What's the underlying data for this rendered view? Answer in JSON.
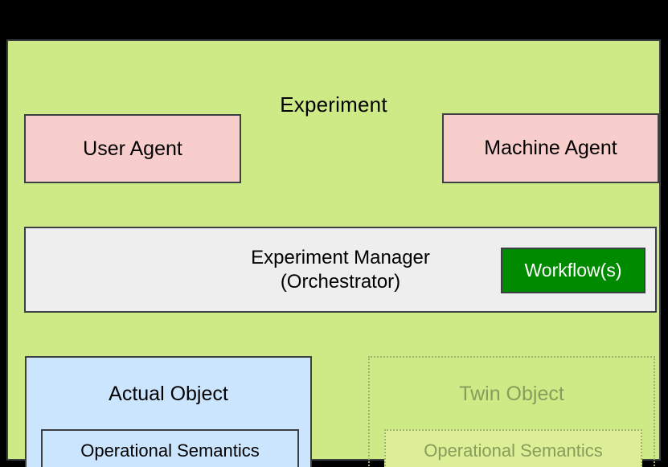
{
  "diagram": {
    "title": "Experiment",
    "panel_color": "#cdea87",
    "border_color": "#3c4043"
  },
  "nodes": {
    "user_agent": {
      "label": "User Agent",
      "color": "#f8cecc"
    },
    "machine_agent": {
      "label": "Machine Agent",
      "color": "#f8cecc"
    },
    "experiment_manager": {
      "label_line1": "Experiment Manager",
      "label_line2": "(Orchestrator)",
      "color": "#eeeeee"
    },
    "workflows": {
      "label": "Workflow(s)",
      "color": "#008a00",
      "text_color": "#ffffff"
    },
    "actual_object": {
      "label": "Actual Object",
      "inner_label": "Operational Semantics",
      "color": "#cce5ff"
    },
    "twin_object": {
      "label": "Twin Object",
      "inner_label": "Operational Semantics",
      "color": "#dcee96",
      "text_color": "#879d5c",
      "style": "ghosted-dotted"
    }
  },
  "edges": [
    {
      "name": "external-to-user-agent",
      "style": "solid",
      "direction": "down"
    },
    {
      "name": "external-to-machine-agent",
      "style": "solid",
      "direction": "down"
    },
    {
      "name": "user-agent-to-manager",
      "style": "solid",
      "direction": "down"
    },
    {
      "name": "manager-to-user-agent",
      "style": "solid",
      "direction": "up"
    },
    {
      "name": "machine-agent-to-manager",
      "style": "solid",
      "direction": "down"
    },
    {
      "name": "manager-to-machine-agent",
      "style": "dotted",
      "direction": "up"
    },
    {
      "name": "manager-to-actual-object",
      "style": "solid",
      "direction": "down"
    },
    {
      "name": "actual-object-to-manager",
      "style": "solid",
      "direction": "up"
    },
    {
      "name": "manager-to-twin-object",
      "style": "dotted",
      "direction": "down"
    },
    {
      "name": "twin-object-to-manager",
      "style": "dotted",
      "direction": "up"
    }
  ]
}
